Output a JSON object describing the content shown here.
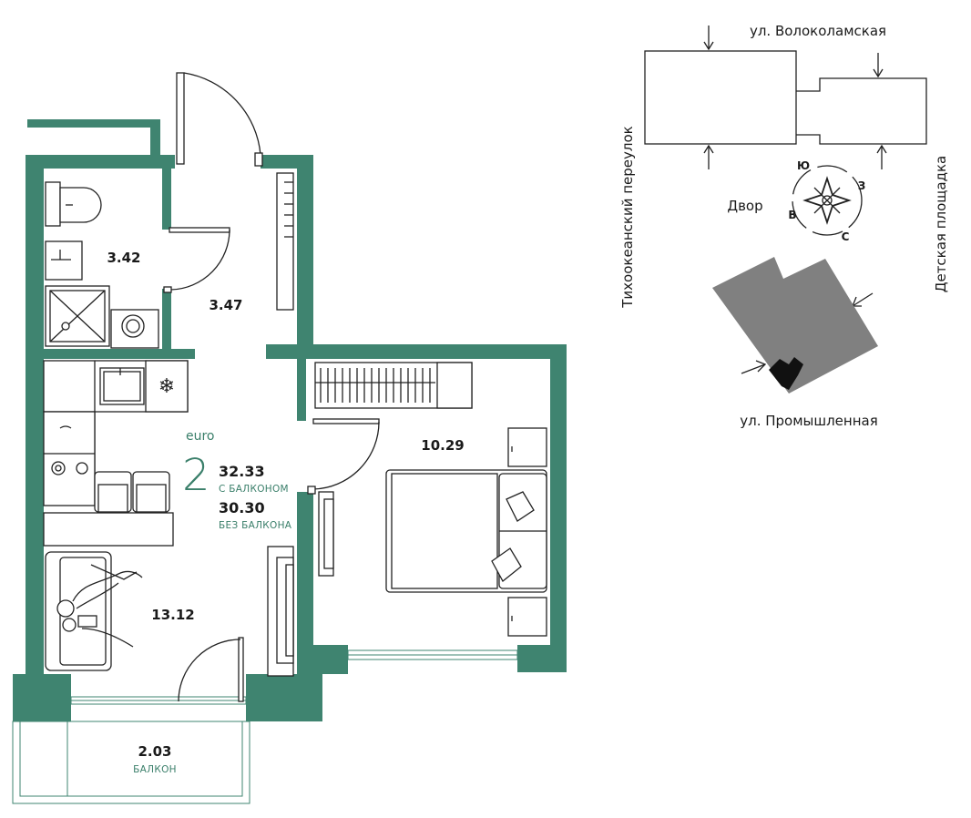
{
  "apartment": {
    "type_label": "euro",
    "rooms_count": "2",
    "area_with_balcony": "32.33",
    "with_balcony_label": "С БАЛКОНОМ",
    "area_without_balcony": "30.30",
    "without_balcony_label": "БЕЗ БАЛКОНА"
  },
  "rooms": {
    "bathroom_area": "3.42",
    "hallway_area": "3.47",
    "bedroom_area": "10.29",
    "living_kitchen_area": "13.12",
    "balcony_area": "2.03",
    "balcony_label": "БАЛКОН"
  },
  "site_map": {
    "street_top": "ул. Волоколамская",
    "street_left": "Тихоокеанский переулок",
    "street_right": "Детская площадка",
    "street_bottom": "ул. Промышленная",
    "yard_label": "Двор",
    "compass": {
      "north": "С",
      "south": "Ю",
      "east": "В",
      "west": "З"
    }
  },
  "colors": {
    "wall": "#3f8470",
    "accent_text": "#3a7f6a",
    "building_fill": "#808080"
  }
}
